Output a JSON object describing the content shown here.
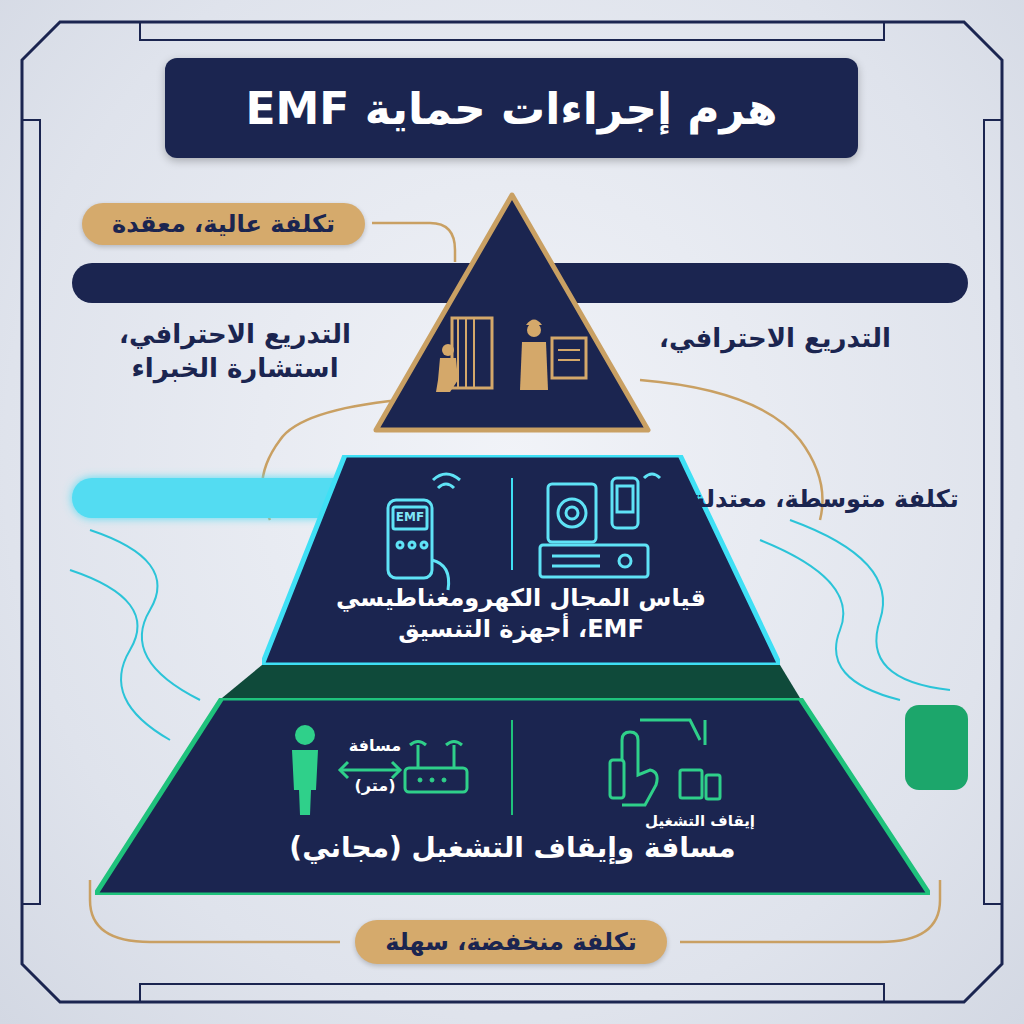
{
  "diagram": {
    "title": "هرم إجراءات حماية EMF",
    "nodes": [
      {
        "text": [
          "تكلفة عالية، معقدة"
        ]
      },
      {
        "text": [
          "قياس المجال الكهرومغناطيسي EMF، أجهزة التنسيق"
        ]
      },
      {
        "text": [
          "مسافة وإيقاف التشغيل (مجاني)"
        ]
      },
      {
        "text": [
          "تكلفة منخفضة، سهلة"
        ]
      }
    ],
    "labels": [
      "التدريع الاحترافي، استشارة الخبراء",
      "التدريع الاحترافي،",
      "تكلفة متوسطة، معتدلة",
      "EMF",
      "مسافة",
      "(متر)",
      "إيقاف التشغيل"
    ]
  }
}
